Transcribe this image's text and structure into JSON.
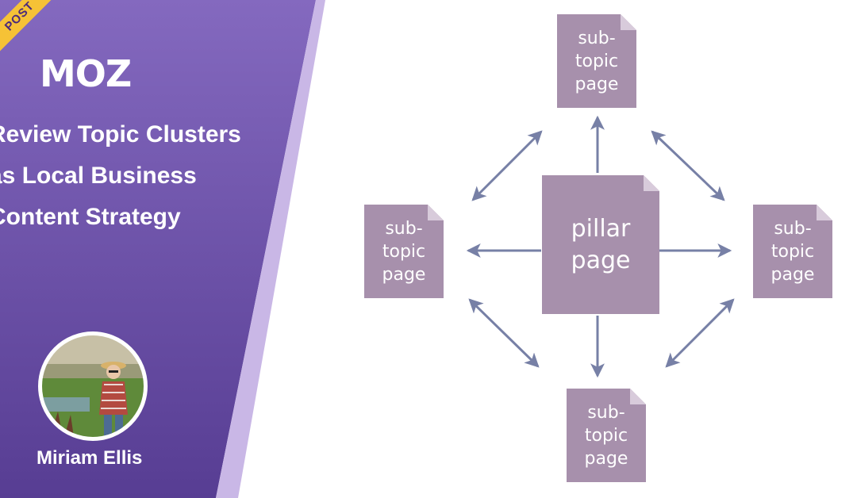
{
  "badge": "POST",
  "brand": "MOZ",
  "headline": [
    "Review Topic Clusters",
    "as Local Business",
    "Content Strategy"
  ],
  "author": "Miriam Ellis",
  "diagram": {
    "pillar": [
      "pillar",
      "page"
    ],
    "subtopic": [
      "sub-",
      "topic",
      "page"
    ]
  },
  "colors": {
    "panel_top": "#8167bd",
    "panel_bottom": "#5a3f94",
    "stripe": "#c9b7e6",
    "badge": "#f6c236",
    "doc": "#a790ac",
    "arrow": "#7780a6"
  }
}
